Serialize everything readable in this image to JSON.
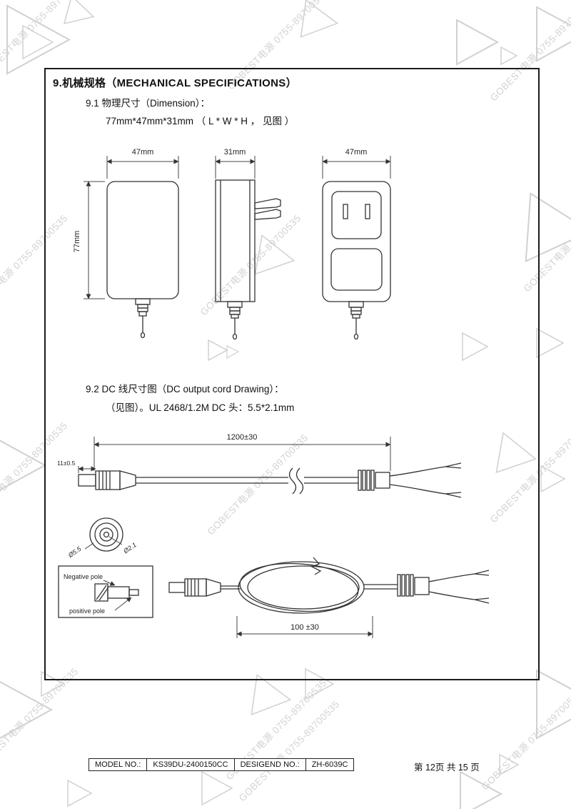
{
  "watermark": {
    "text": "GOBEST电源 0755-89700535"
  },
  "colors": {
    "watermark": "#d3d3d3",
    "ink": "#1c1c1c",
    "drawing_line": "#333333"
  },
  "sections": {
    "title": "9.机械规格（MECHANICAL SPECIFICATIONS）",
    "s91_heading": "9.1 物理尺寸（Dimension）：",
    "s91_detail": "77mm*47mm*31mm      （ L * W * H ， 见图 ）",
    "s92_heading": "9.2   DC 线尺寸图（DC output cord Drawing）：",
    "s92_detail": "（见图）。UL 2468/1.2M    DC 头：5.5*2.1mm"
  },
  "adapter_drawing": {
    "front_width": "47mm",
    "side_width": "31mm",
    "back_width": "47mm",
    "height": "77mm"
  },
  "cord_drawing": {
    "total_length": "1200±30",
    "plug_length": "11±0.5",
    "outer_diameter": "Ø5.5",
    "inner_diameter": "Ø2.1",
    "coil_length": "100 ±30",
    "negative_pole_label": "Negative pole",
    "positive_pole_label": "positive pole"
  },
  "footer": {
    "model_label": "MODEL NO.:",
    "model_value": "KS39DU-2400150CC",
    "design_label": "DESIGEND NO.:",
    "design_value": "ZH-6039C",
    "page_info": "第 12页 共 15 页"
  }
}
